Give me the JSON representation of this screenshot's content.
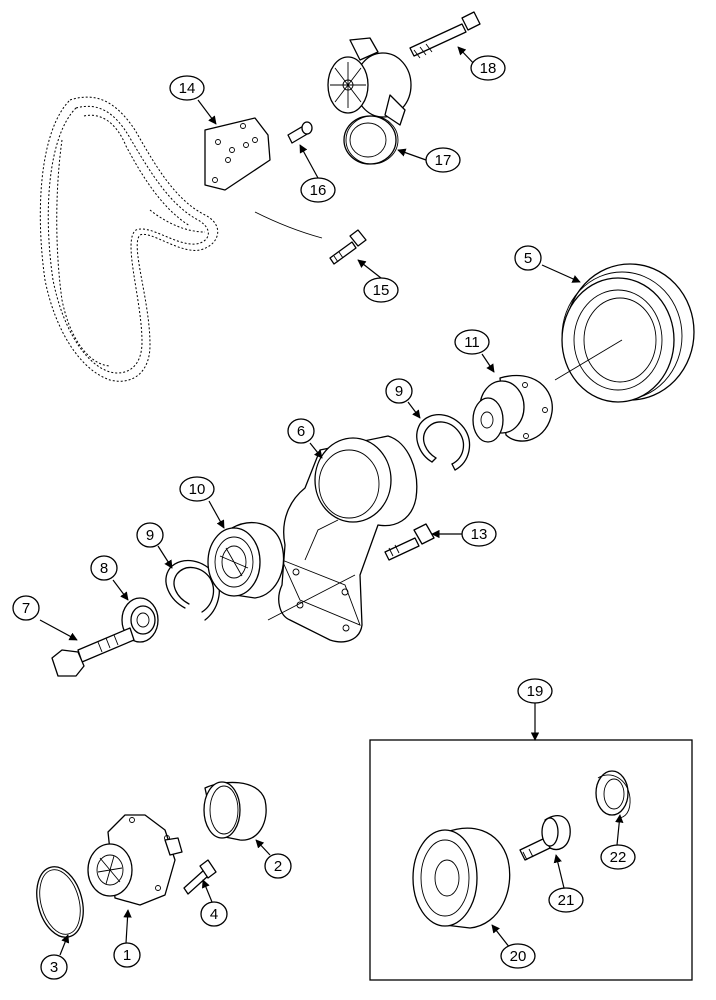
{
  "callouts": {
    "c1": "1",
    "c2": "2",
    "c3": "3",
    "c4": "4",
    "c5": "5",
    "c6": "6",
    "c7": "7",
    "c8": "8",
    "c9a": "9",
    "c9b": "9",
    "c10": "10",
    "c11": "11",
    "c13": "13",
    "c14": "14",
    "c15": "15",
    "c16": "16",
    "c17": "17",
    "c18": "18",
    "c19": "19",
    "c20": "20",
    "c21": "21",
    "c22": "22"
  }
}
